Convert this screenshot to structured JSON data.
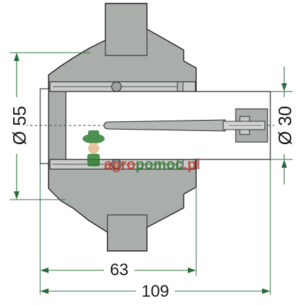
{
  "dimensions": {
    "outer_diameter_label": "Ø 55",
    "inner_diameter_label": "Ø 30",
    "depth_label": "63",
    "overall_length_label": "109"
  },
  "watermark": {
    "text": "agropomoc.pl",
    "parts": {
      "prefix": "agro",
      "middle": "pomoc",
      "suffix": ".pl"
    }
  },
  "colors": {
    "body_fill": "#a9aeaa",
    "body_fill_light": "#c9ccc9",
    "bore_fill": "#ffffff",
    "line": "#1f1f1f",
    "dimension_line": "#2a6b3a",
    "watermark_red": "#c0392b",
    "watermark_green": "#2e7d32"
  }
}
